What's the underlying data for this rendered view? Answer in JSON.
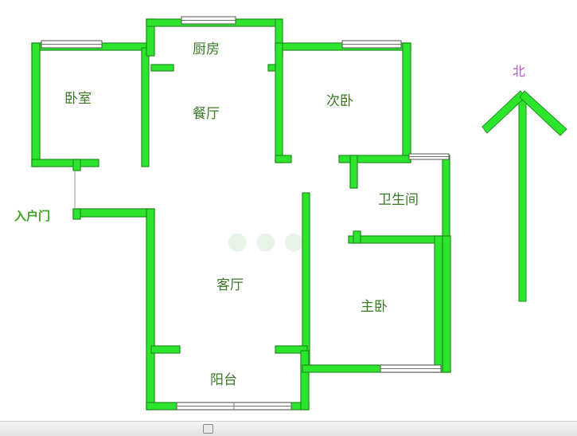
{
  "rooms": {
    "kitchen": "厨房",
    "dining": "餐厅",
    "bedroom": "卧室",
    "second_bedroom": "次卧",
    "bathroom": "卫生间",
    "living_room": "客厅",
    "master_bedroom": "主卧",
    "balcony": "阳台"
  },
  "entrance_label": "入户门",
  "compass": {
    "label": "北"
  },
  "colors": {
    "wall": "#2ee52e",
    "label": "#3a7a26",
    "north": "#c44fc4"
  }
}
